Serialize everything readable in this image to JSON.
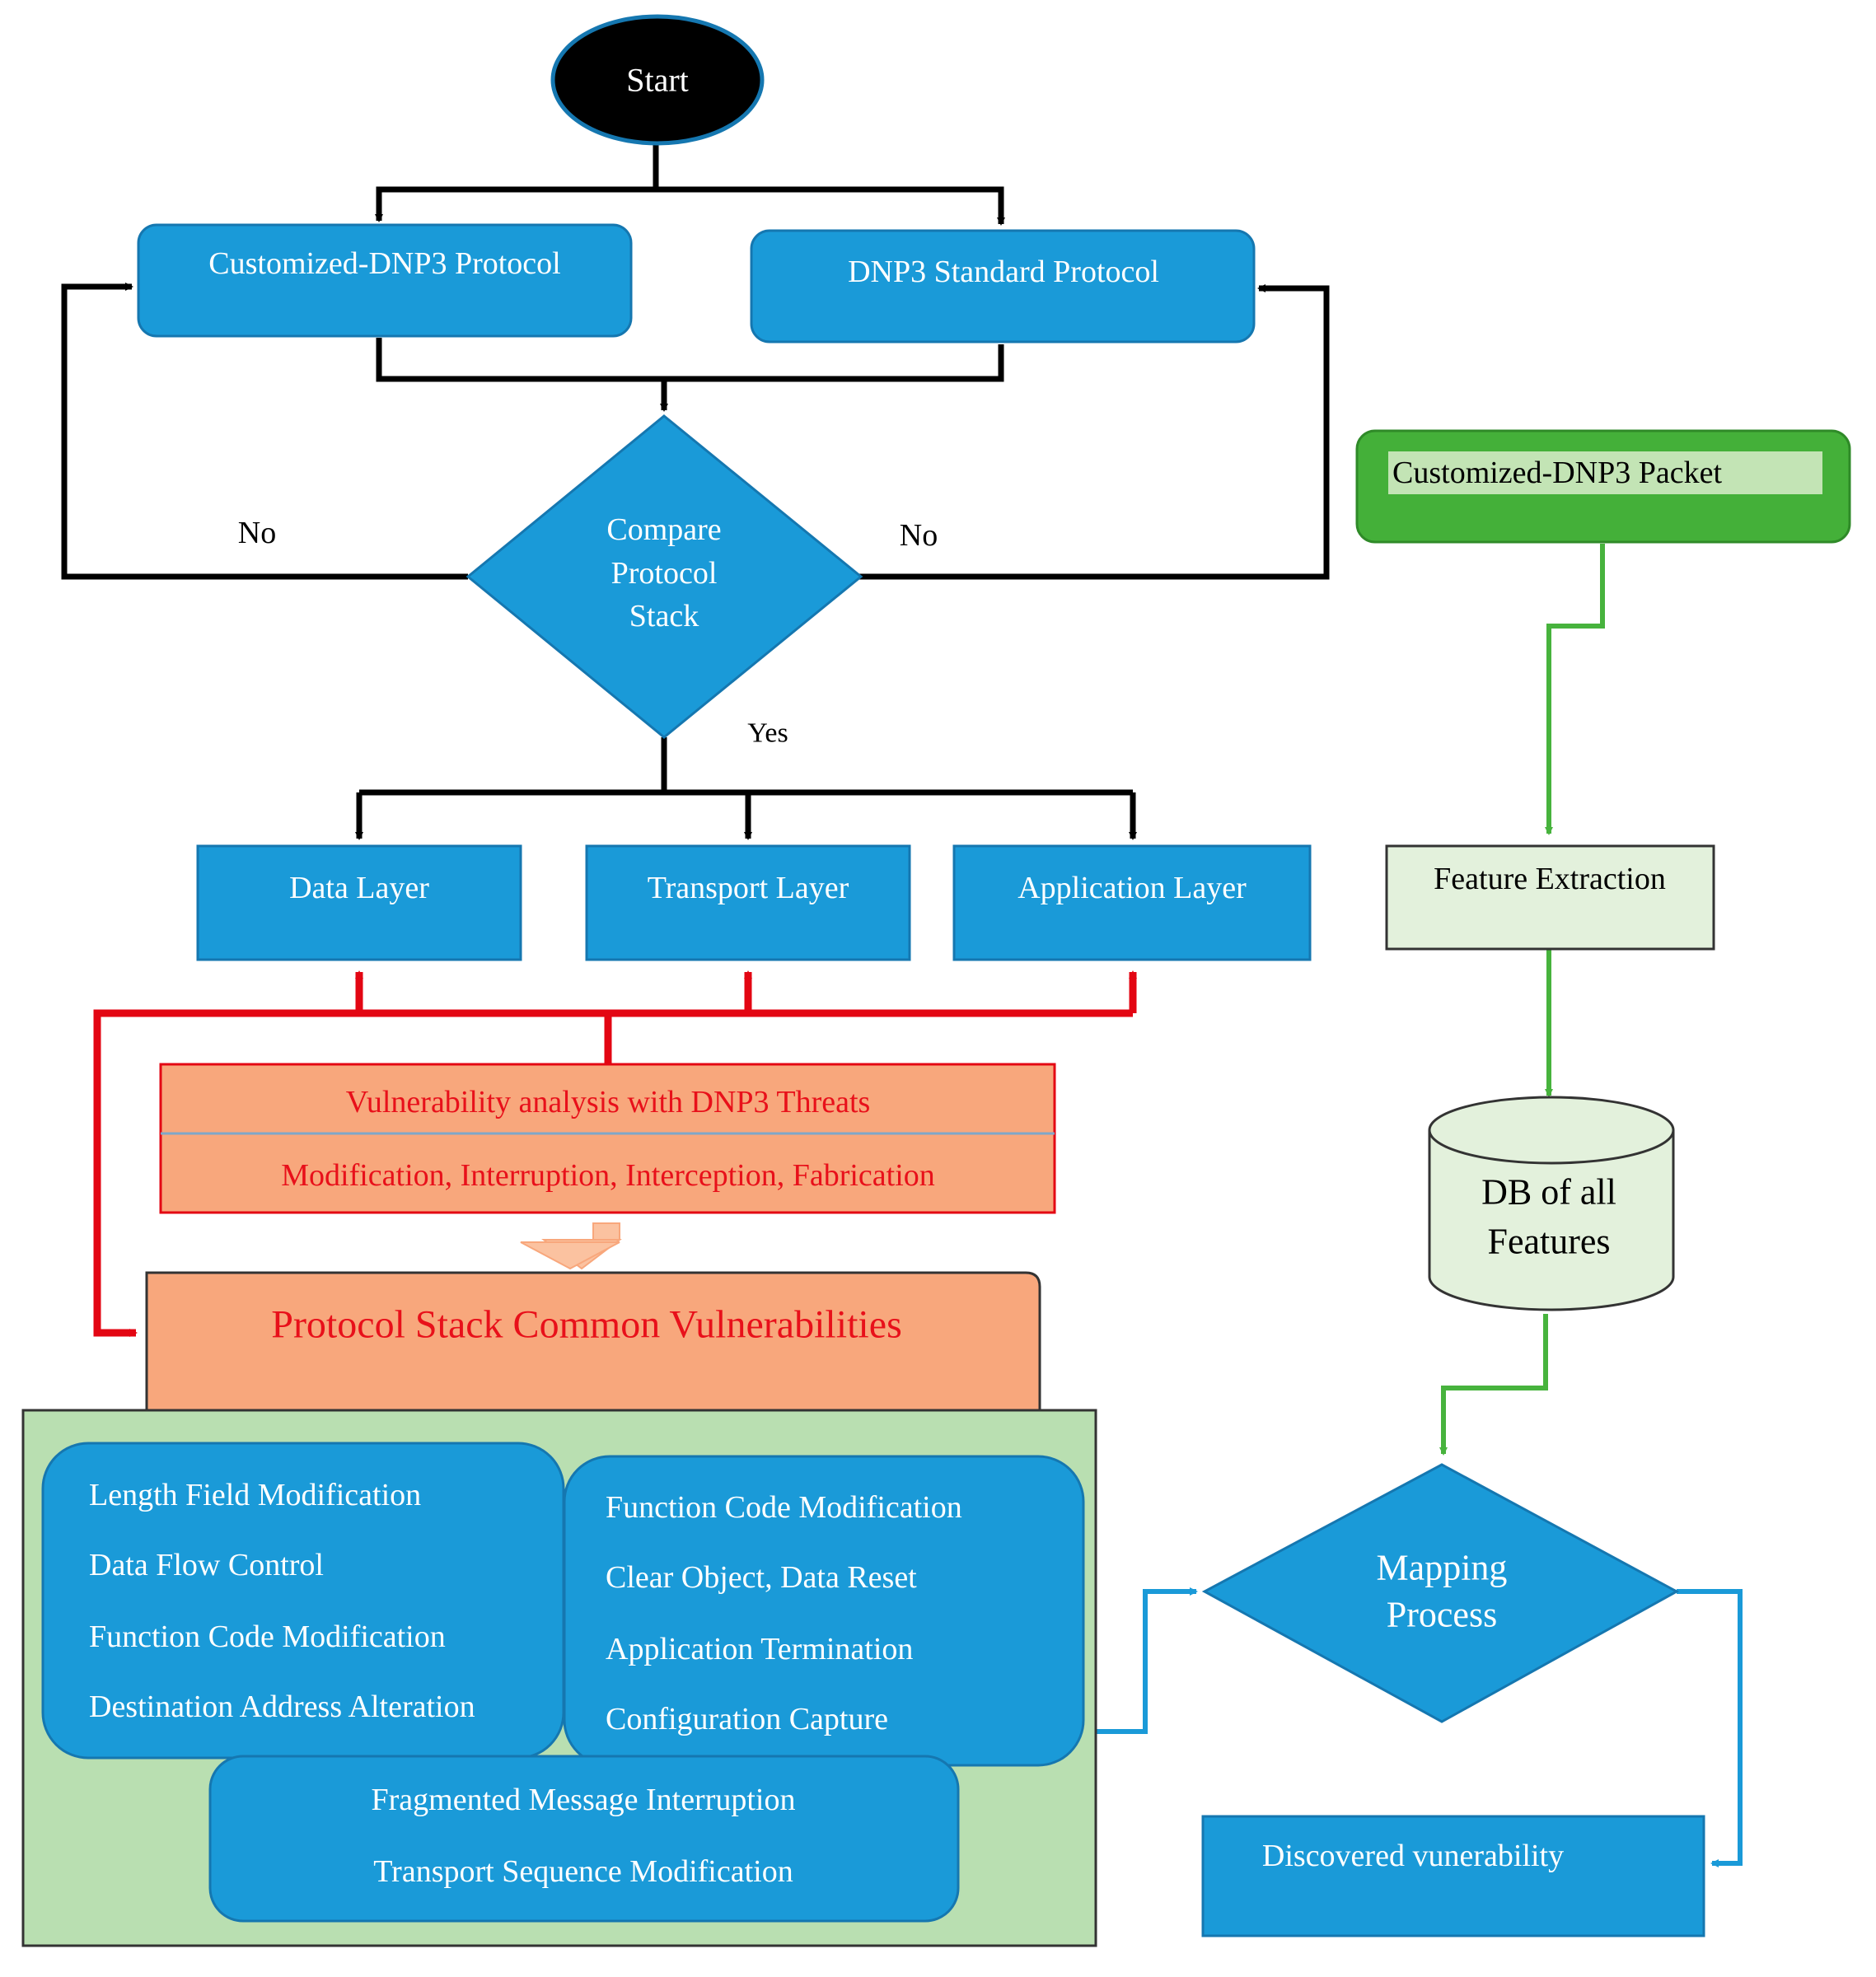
{
  "colors": {
    "blue_fill": "#1a9ad8",
    "blue_stroke": "#1577b0",
    "orange_fill": "#f8a77c",
    "orange_light": "#fbc2a0",
    "green_panel": "#b9dfb1",
    "green_box": "#44b039",
    "green_box_label_bg": "#c3e4b5",
    "pale_green": "#e3f1dc",
    "red_line": "#e30613",
    "green_line": "#47b33d",
    "blue_line": "#1a9ad8"
  },
  "start": {
    "label": "Start"
  },
  "protocols": {
    "customized": "Customized-DNP3 Protocol",
    "standard": "DNP3 Standard Protocol"
  },
  "compare": {
    "lines": [
      "Compare",
      "Protocol",
      "Stack"
    ]
  },
  "branch_labels": {
    "no_left": "No",
    "no_right": "No",
    "yes": "Yes"
  },
  "layers": {
    "data": "Data Layer",
    "transport": "Transport Layer",
    "application": "Application Layer"
  },
  "vulnerability_analysis": {
    "title": "Vulnerability analysis with DNP3 Threats",
    "threats": "Modification, Interruption, Interception, Fabrication"
  },
  "common_vulnerabilities": {
    "title": "Protocol Stack Common Vulnerabilities"
  },
  "data_layer_vulns": [
    "Length Field Modification",
    "Data Flow Control",
    "Function Code Modification",
    "Destination Address Alteration"
  ],
  "application_layer_vulns": [
    "Function Code Modification",
    "Clear Object, Data Reset",
    "Application Termination",
    "Configuration Capture"
  ],
  "transport_layer_vulns": [
    "Fragmented Message Interruption",
    "Transport Sequence Modification"
  ],
  "right_flow": {
    "packet": "Customized-DNP3 Packet",
    "feature_extraction": "Feature Extraction",
    "db_lines": [
      "DB of all",
      "Features"
    ],
    "mapping_lines": [
      "Mapping",
      "Process"
    ],
    "discovered": "Discovered vunerability"
  }
}
